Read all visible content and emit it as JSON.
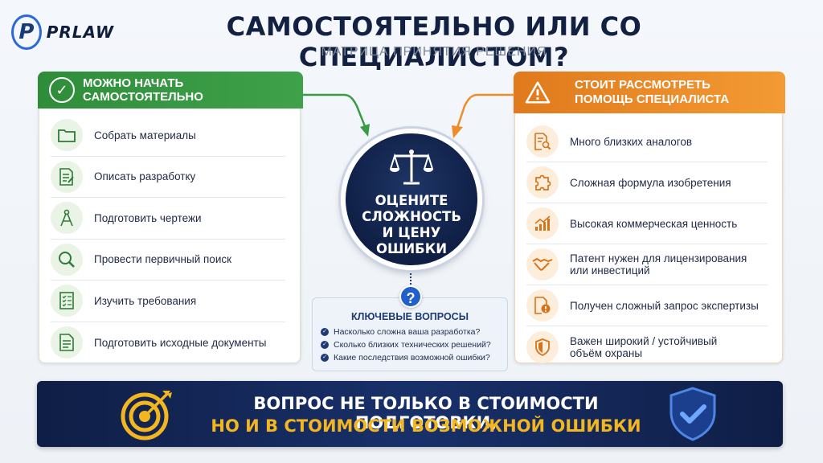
{
  "logo": {
    "text": "PRLAW",
    "mark": "P"
  },
  "header": {
    "title": "САМОСТОЯТЕЛЬНО ИЛИ СО СПЕЦИАЛИСТОМ?",
    "subtitle": "МАТРИЦА ПРИНЯТИЯ РЕШЕНИЯ"
  },
  "left_panel": {
    "title": "МОЖНО НАЧАТЬ САМОСТОЯТЕЛЬНО",
    "icon": "check-circle-icon",
    "accent": "#3a9a45",
    "items": [
      {
        "label": "Собрать материалы",
        "icon": "folder-icon"
      },
      {
        "label": "Описать разработку",
        "icon": "document-edit-icon"
      },
      {
        "label": "Подготовить чертежи",
        "icon": "compass-icon"
      },
      {
        "label": "Провести первичный поиск",
        "icon": "magnifier-icon"
      },
      {
        "label": "Изучить требования",
        "icon": "checklist-icon"
      },
      {
        "label": "Подготовить исходные документы",
        "icon": "document-icon"
      }
    ]
  },
  "right_panel": {
    "title_line1": "СТОИТ РАССМОТРЕТЬ",
    "title_line2": "ПОМОЩЬ СПЕЦИАЛИСТА",
    "icon": "warning-triangle-icon",
    "accent": "#ee8c2a",
    "items": [
      {
        "label": "Много близких аналогов",
        "icon": "document-search-icon"
      },
      {
        "label": "Сложная формула изобретения",
        "icon": "puzzle-icon"
      },
      {
        "label": "Высокая коммерческая ценность",
        "icon": "growth-chart-icon"
      },
      {
        "label_line1": "Патент нужен для лицензирования",
        "label_line2": "или инвестиций",
        "icon": "handshake-icon"
      },
      {
        "label": "Получен сложный запрос экспертизы",
        "icon": "document-alert-icon"
      },
      {
        "label_line1": "Важен широкий / устойчивый",
        "label_line2": "объём охраны",
        "icon": "shield-icon"
      }
    ]
  },
  "center": {
    "line1": "ОЦЕНИТЕ",
    "line2": "СЛОЖНОСТЬ",
    "line3": "И ЦЕНУ ОШИБКИ",
    "icon": "scales-icon",
    "color": "#0f1f45"
  },
  "questions": {
    "title": "КЛЮЧЕВЫЕ ВОПРОСЫ",
    "items": [
      "Насколько сложна ваша разработка?",
      "Сколько близких технических решений?",
      "Какие последствия возможной ошибки?"
    ]
  },
  "banner": {
    "line1": "ВОПРОС НЕ ТОЛЬКО В СТОИМОСТИ ПОДГОТОВКИ,",
    "line2": "НО И В СТОИМОСТИ ВОЗМОЖНОЙ ОШИБКИ",
    "highlight": "#f3b61f"
  }
}
